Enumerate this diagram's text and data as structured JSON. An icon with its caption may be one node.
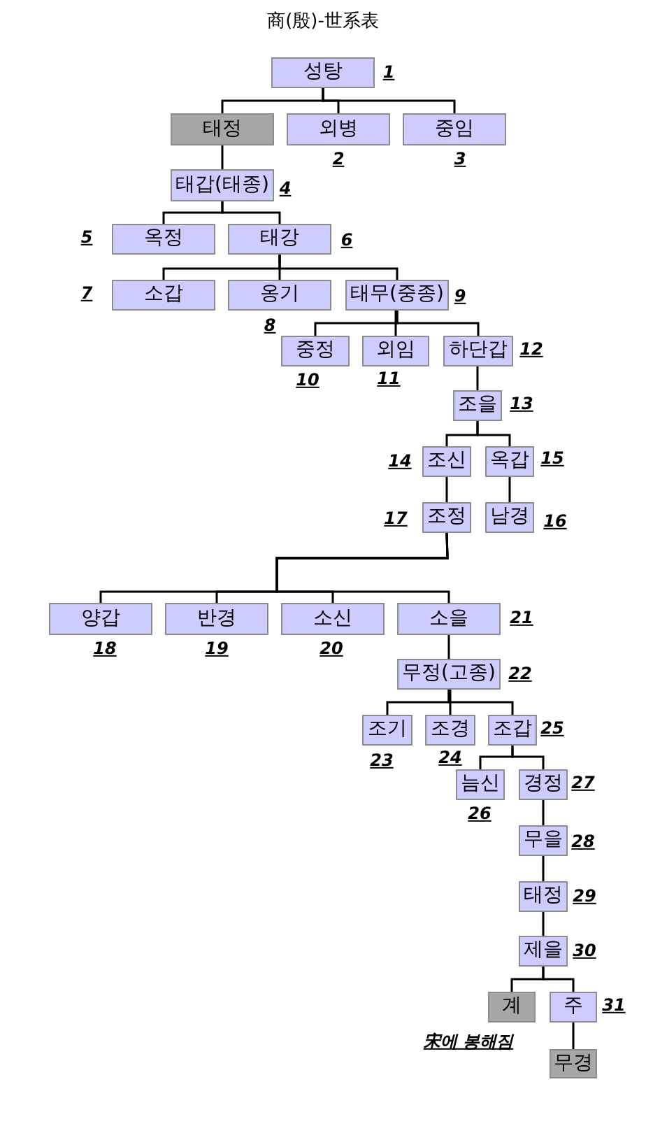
{
  "diagram": {
    "title": "商(殷)-世系表",
    "nodes": [
      {
        "text": [
          "성탕"
        ],
        "beside": [
          "1"
        ]
      },
      {
        "text": [
          "태정"
        ]
      },
      {
        "text": [
          "외병"
        ],
        "beside": [
          "2"
        ]
      },
      {
        "text": [
          "중임"
        ],
        "beside": [
          "3"
        ]
      },
      {
        "text": [
          "태갑(태종)"
        ],
        "beside": [
          "4"
        ]
      },
      {
        "text": [
          "옥정"
        ],
        "beside": [
          "5"
        ]
      },
      {
        "text": [
          "태강"
        ],
        "beside": [
          "6"
        ]
      },
      {
        "text": [
          "소갑"
        ],
        "beside": [
          "7"
        ]
      },
      {
        "text": [
          "옹기"
        ],
        "beside": [
          "8"
        ]
      },
      {
        "text": [
          "태무(중종)"
        ],
        "beside": [
          "9"
        ]
      },
      {
        "text": [
          "중정"
        ],
        "beside": [
          "10"
        ]
      },
      {
        "text": [
          "외임"
        ],
        "beside": [
          "11"
        ]
      },
      {
        "text": [
          "하단갑"
        ],
        "beside": [
          "12"
        ]
      },
      {
        "text": [
          "조을"
        ],
        "beside": [
          "13"
        ]
      },
      {
        "text": [
          "조신"
        ],
        "beside": [
          "14"
        ]
      },
      {
        "text": [
          "옥갑"
        ],
        "beside": [
          "15"
        ]
      },
      {
        "text": [
          "조정"
        ],
        "beside": [
          "17"
        ]
      },
      {
        "text": [
          "남경"
        ],
        "beside": [
          "16"
        ]
      },
      {
        "text": [
          "양갑"
        ],
        "beside": [
          "18"
        ]
      },
      {
        "text": [
          "반경"
        ],
        "beside": [
          "19"
        ]
      },
      {
        "text": [
          "소신"
        ],
        "beside": [
          "20"
        ]
      },
      {
        "text": [
          "소을"
        ],
        "beside": [
          "21"
        ]
      },
      {
        "text": [
          "무정(고종)"
        ],
        "beside": [
          "22"
        ]
      },
      {
        "text": [
          "조기"
        ],
        "beside": [
          "23"
        ]
      },
      {
        "text": [
          "조경"
        ],
        "beside": [
          "24"
        ]
      },
      {
        "text": [
          "조갑"
        ],
        "beside": [
          "25"
        ]
      },
      {
        "text": [
          "늠신"
        ],
        "beside": [
          "26"
        ]
      },
      {
        "text": [
          "경정"
        ],
        "beside": [
          "27"
        ]
      },
      {
        "text": [
          "무을"
        ],
        "beside": [
          "28"
        ]
      },
      {
        "text": [
          "태정"
        ],
        "beside": [
          "29"
        ]
      },
      {
        "text": [
          "제을"
        ],
        "beside": [
          "30"
        ]
      },
      {
        "text": [
          "계"
        ],
        "beside": [
          "宋에 봉해짐"
        ]
      },
      {
        "text": [
          "주"
        ],
        "beside": [
          "31"
        ]
      },
      {
        "text": [
          "무경"
        ]
      }
    ],
    "edges": [
      {
        "from": 0,
        "to": 1,
        "arrow": "none"
      },
      {
        "from": 0,
        "to": 2,
        "arrow": "none"
      },
      {
        "from": 0,
        "to": 3,
        "arrow": "none"
      },
      {
        "from": 1,
        "to": 4,
        "arrow": "none"
      },
      {
        "from": 4,
        "to": 5,
        "arrow": "none"
      },
      {
        "from": 4,
        "to": 6,
        "arrow": "none"
      },
      {
        "from": 6,
        "to": 7,
        "arrow": "none"
      },
      {
        "from": 6,
        "to": 8,
        "arrow": "none"
      },
      {
        "from": 6,
        "to": 9,
        "arrow": "none"
      },
      {
        "from": 9,
        "to": 10,
        "arrow": "none"
      },
      {
        "from": 9,
        "to": 11,
        "arrow": "none"
      },
      {
        "from": 9,
        "to": 12,
        "arrow": "none"
      },
      {
        "from": 12,
        "to": 13,
        "arrow": "none"
      },
      {
        "from": 13,
        "to": 14,
        "arrow": "none"
      },
      {
        "from": 13,
        "to": 15,
        "arrow": "none"
      },
      {
        "from": 14,
        "to": 16,
        "arrow": "none"
      },
      {
        "from": 15,
        "to": 17,
        "arrow": "none"
      },
      {
        "from": 16,
        "to": 18,
        "arrow": "none"
      },
      {
        "from": 16,
        "to": 19,
        "arrow": "none"
      },
      {
        "from": 16,
        "to": 20,
        "arrow": "none"
      },
      {
        "from": 16,
        "to": 21,
        "arrow": "none"
      },
      {
        "from": 21,
        "to": 22,
        "arrow": "none"
      },
      {
        "from": 22,
        "to": 23,
        "arrow": "none"
      },
      {
        "from": 22,
        "to": 24,
        "arrow": "none"
      },
      {
        "from": 22,
        "to": 25,
        "arrow": "none"
      },
      {
        "from": 25,
        "to": 26,
        "arrow": "none"
      },
      {
        "from": 25,
        "to": 27,
        "arrow": "none"
      },
      {
        "from": 27,
        "to": 28,
        "arrow": "none"
      },
      {
        "from": 28,
        "to": 29,
        "arrow": "none"
      },
      {
        "from": 29,
        "to": 30,
        "arrow": "none"
      },
      {
        "from": 30,
        "to": 31,
        "arrow": "none"
      },
      {
        "from": 30,
        "to": 32,
        "arrow": "none"
      },
      {
        "from": 32,
        "to": 33,
        "arrow": "none"
      }
    ]
  }
}
